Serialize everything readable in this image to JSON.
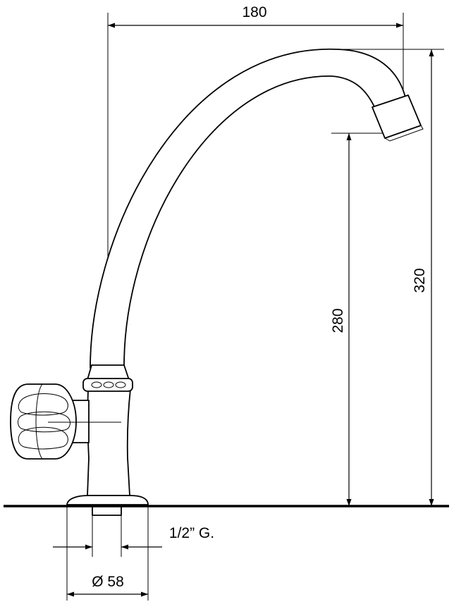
{
  "dimensions": {
    "reach": "180",
    "spout_height": "280",
    "total_height": "320",
    "thread": "1/2” G.",
    "base_diameter": "Ø 58"
  },
  "colors": {
    "line": "#000000",
    "background": "#ffffff"
  }
}
